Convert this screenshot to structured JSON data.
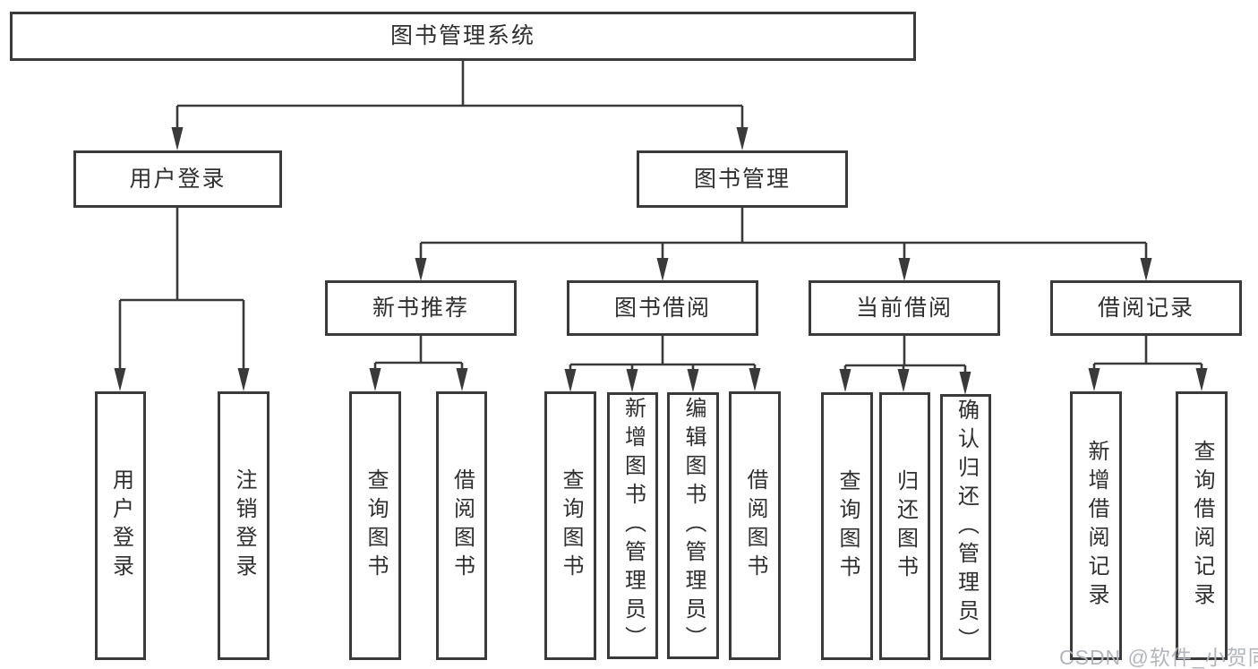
{
  "tree": {
    "root": {
      "label": "图书管理系统"
    },
    "branches": [
      {
        "label": "用户登录",
        "children": [
          {
            "label": "用户登录"
          },
          {
            "label": "注销登录"
          }
        ]
      },
      {
        "label": "图书管理",
        "children": [
          {
            "label": "新书推荐",
            "children": [
              {
                "label": "查询图书"
              },
              {
                "label": "借阅图书"
              }
            ]
          },
          {
            "label": "图书借阅",
            "children": [
              {
                "label": "查询图书"
              },
              {
                "label": "新增图书（管理员）"
              },
              {
                "label": "编辑图书（管理员）"
              },
              {
                "label": "借阅图书"
              }
            ]
          },
          {
            "label": "当前借阅",
            "children": [
              {
                "label": "查询图书"
              },
              {
                "label": "归还图书"
              },
              {
                "label": "确认归还（管理员）"
              }
            ]
          },
          {
            "label": "借阅记录",
            "children": [
              {
                "label": "新增借阅记录"
              },
              {
                "label": "查询借阅记录"
              }
            ]
          }
        ]
      }
    ]
  },
  "watermark": {
    "text": "CSDN @软件_小贺同学"
  },
  "colors": {
    "line": "#3a3a3a",
    "text": "#2f2f2f",
    "watermark": "#b2b6bc",
    "background": "#ffffff"
  }
}
